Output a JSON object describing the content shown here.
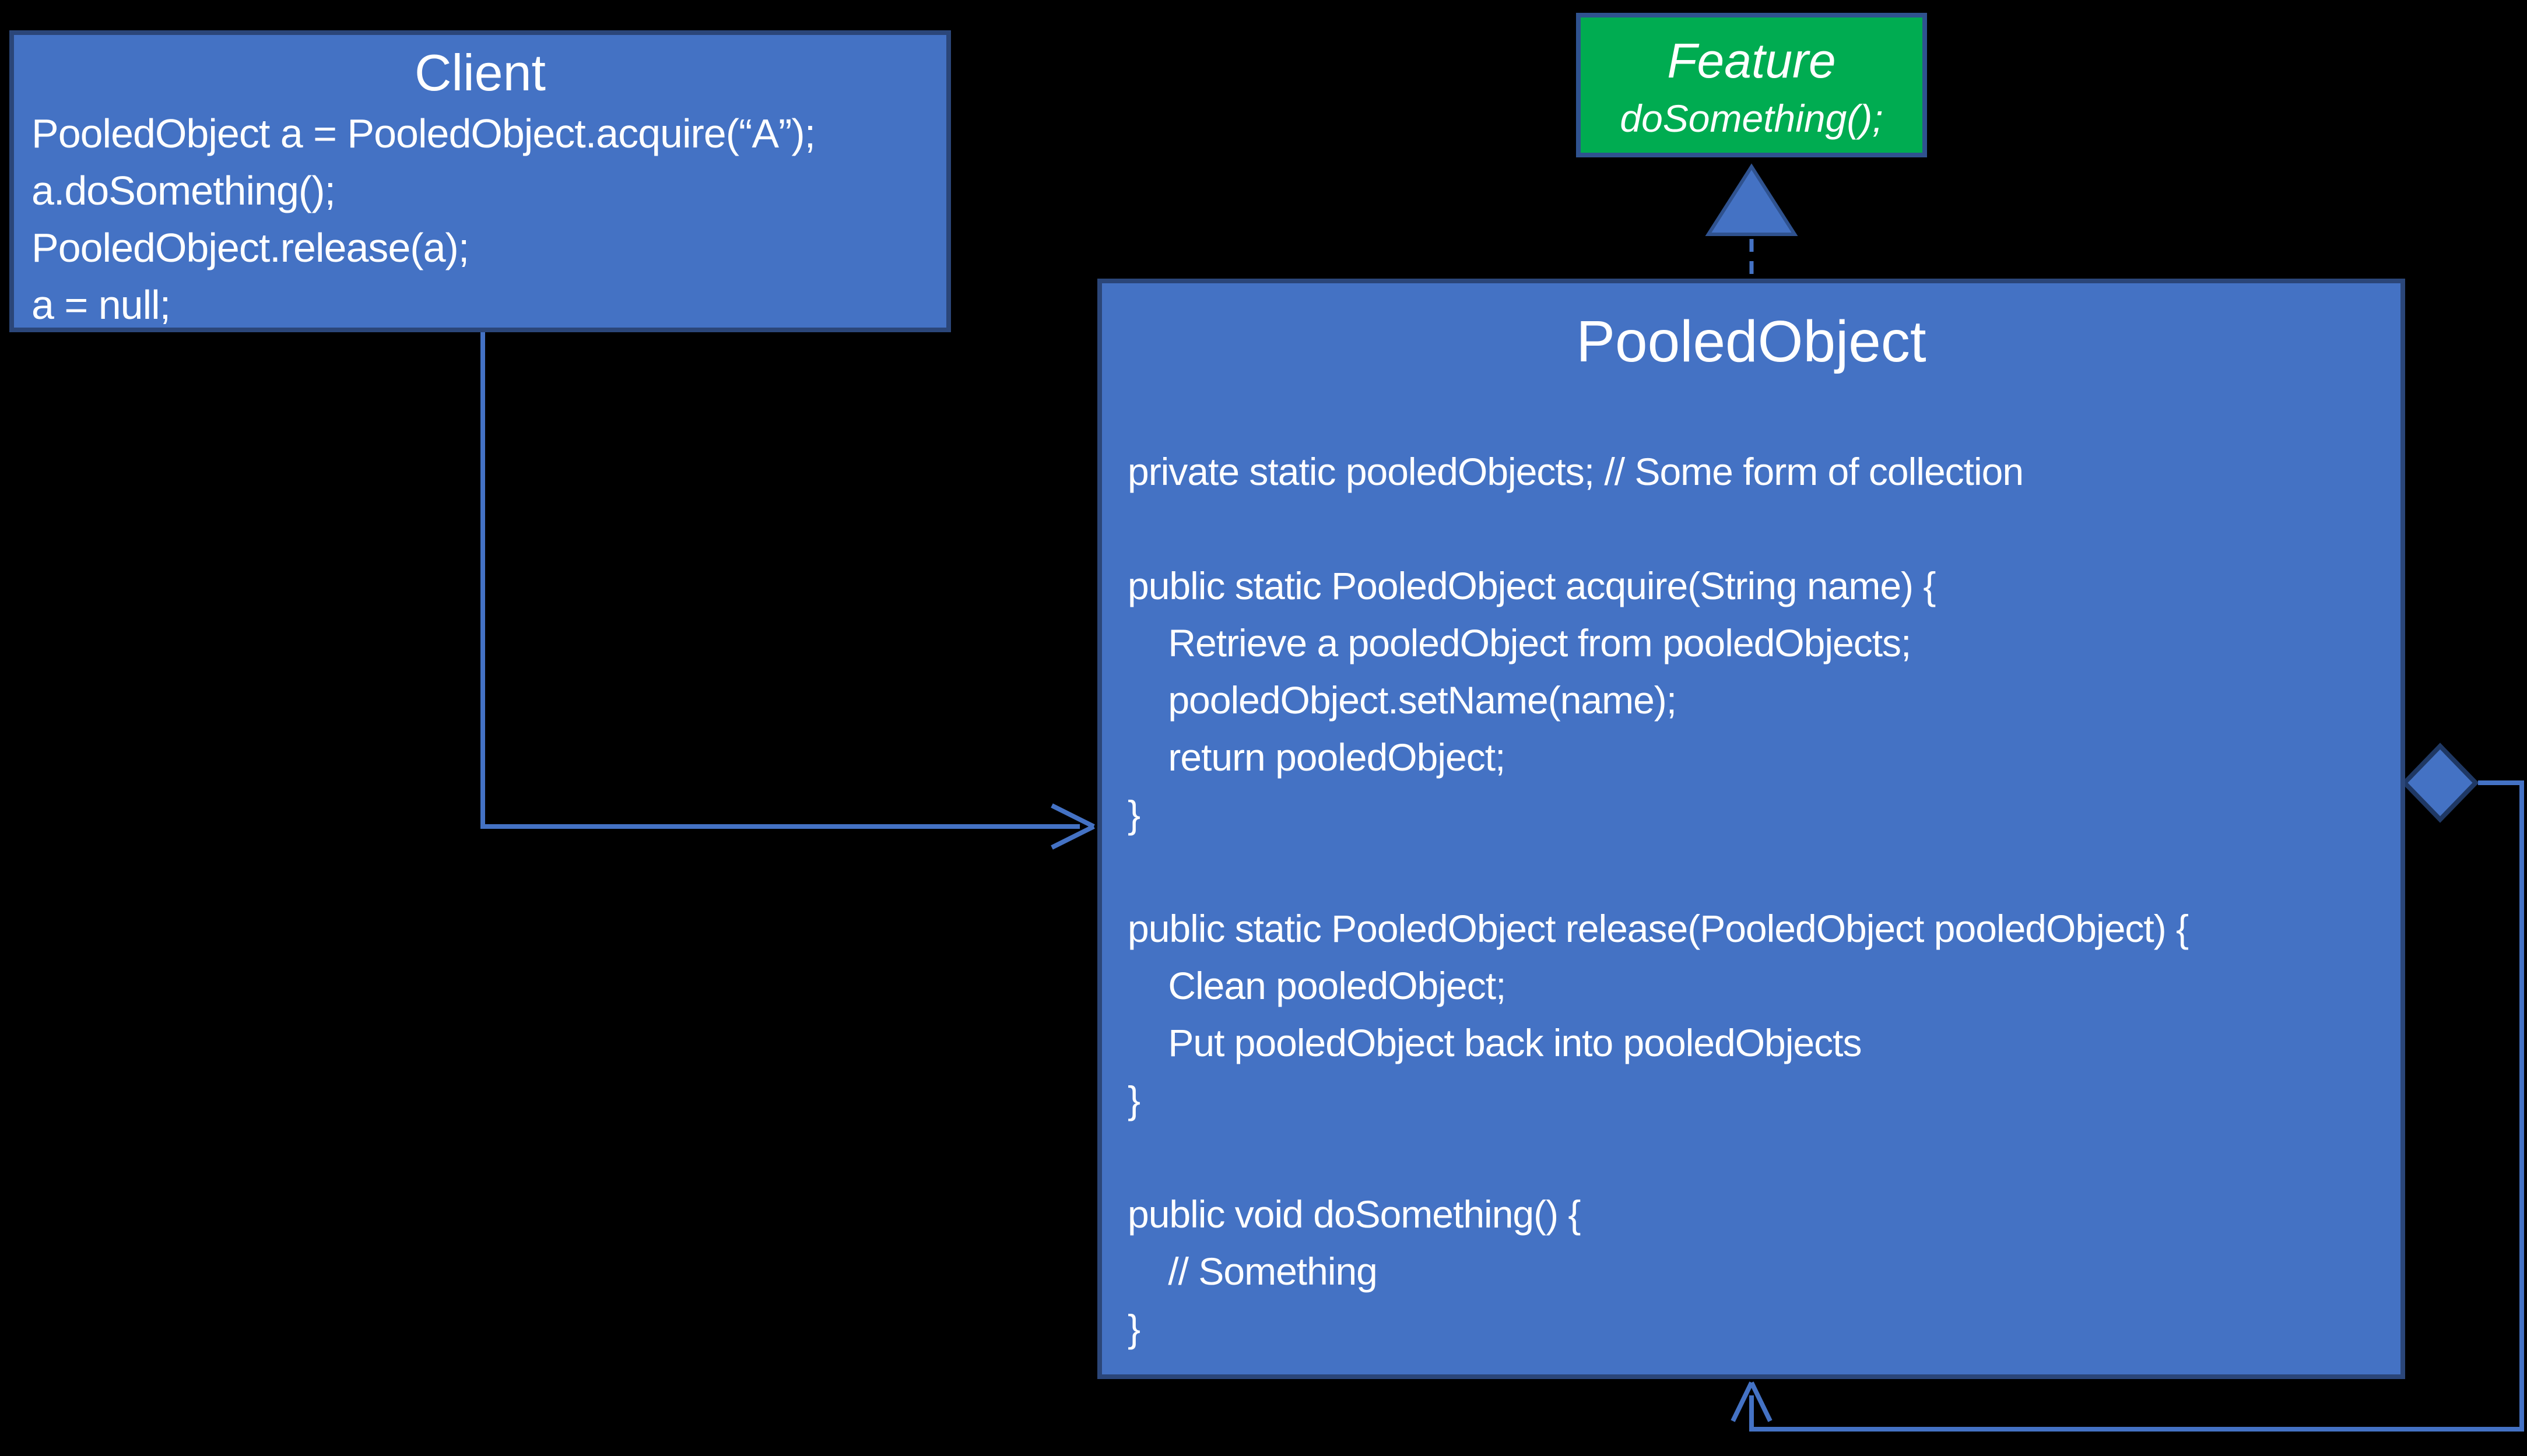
{
  "colors": {
    "background": "#000000",
    "node_fill": "#4472C4",
    "node_border": "#2B4679",
    "feature_fill": "#00AC51",
    "feature_border": "#2F528F",
    "diamond_border": "#1F3864",
    "connector": "#4472C4",
    "text": "#FFFFFF"
  },
  "client": {
    "title": "Client",
    "code": [
      "PooledObject a = PooledObject.acquire(“A”);",
      "a.doSomething();",
      "PooledObject.release(a);",
      "a = null;"
    ]
  },
  "feature": {
    "title": "Feature",
    "method": "doSomething();"
  },
  "pooled_object": {
    "title": "PooledObject",
    "code": [
      "private static pooledObjects; // Some form of collection",
      "",
      "public static PooledObject acquire(String name) {",
      "    Retrieve a pooledObject from pooledObjects;",
      "    pooledObject.setName(name);",
      "    return pooledObject;",
      "}",
      "",
      "public static PooledObject release(PooledObject pooledObject) {",
      "    Clean pooledObject;",
      "    Put pooledObject back into pooledObjects",
      "}",
      "",
      "public void doSomething() {",
      "    // Something",
      "}"
    ]
  }
}
